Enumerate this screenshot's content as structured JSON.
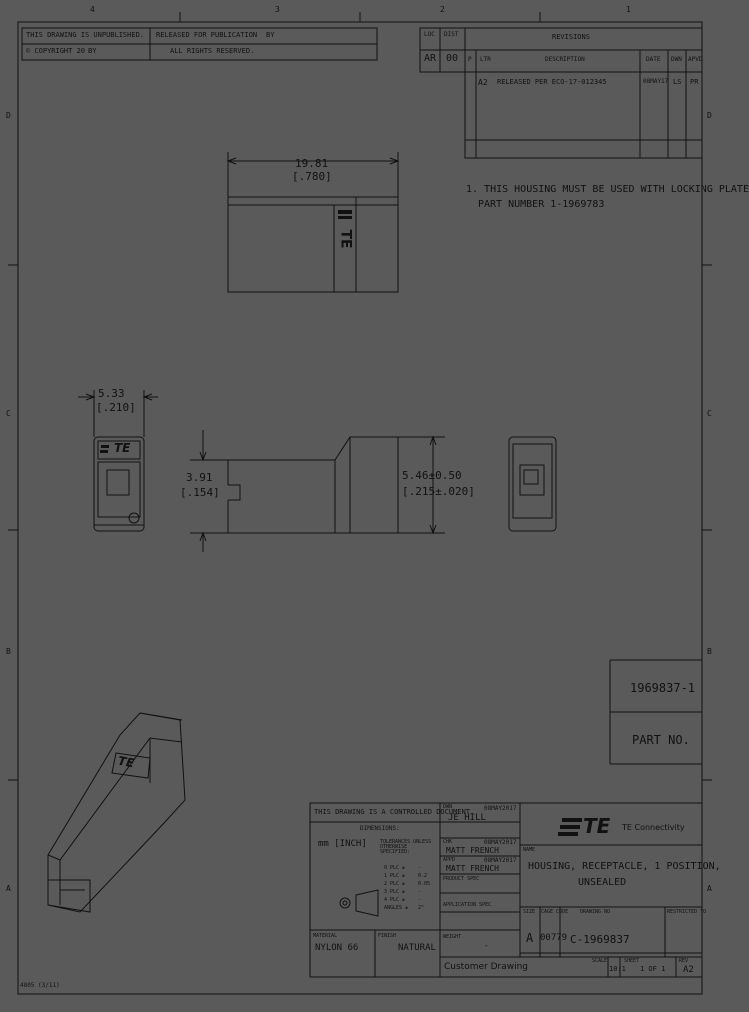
{
  "border_zones": {
    "top": [
      "4",
      "3",
      "2",
      "1"
    ],
    "left": [
      "D",
      "C",
      "B",
      "A"
    ],
    "right": [
      "D",
      "C",
      "B",
      "A"
    ]
  },
  "header_left": {
    "row1_a": "THIS DRAWING IS UNPUBLISHED.",
    "row1_b": "RELEASED FOR PUBLICATION",
    "row1_c": "BY",
    "row2_a": "© COPYRIGHT 20",
    "row2_b": "BY",
    "row2_c": "ALL RIGHTS RESERVED."
  },
  "revisions": {
    "title": "REVISIONS",
    "loc_label": "LOC",
    "dist_label": "DIST",
    "loc_value": "AR",
    "dist_value": "00",
    "col_p": "P",
    "col_ltr": "LTR",
    "col_desc": "DESCRIPTION",
    "col_date": "DATE",
    "col_dwn": "DWN",
    "col_apvd": "APVD",
    "row1_ltr": "A2",
    "row1_desc": "RELEASED PER ECO-17-012345",
    "row1_date": "08MAY17",
    "row1_dwn": "LS",
    "row1_apvd": "PR"
  },
  "dim_top": {
    "mm": "19.81",
    "in": "[.780]"
  },
  "note": {
    "line1": "1. THIS HOUSING MUST BE USED WITH LOCKING PLATE",
    "line2": "PART NUMBER 1-1969783"
  },
  "dim_side": {
    "mm": "5.33",
    "in": "[.210]"
  },
  "dim_mid": {
    "mm": "3.91",
    "in": "[.154]"
  },
  "dim_right": {
    "mm": "5.46±0.50",
    "in": "[.215±.020]"
  },
  "logo_text": "TE",
  "side_part_number": "1969837-1",
  "side_part_label": "PART NO.",
  "title_block": {
    "controlled": "THIS DRAWING IS A CONTROLLED DOCUMENT.",
    "dimensions": "DIMENSIONS:",
    "units": "mm [INCH]",
    "tolerances_title": "TOLERANCES UNLESS OTHERWISE SPECIFIED:",
    "tol_0": "0 PLC ±",
    "tol_1": "1 PLC ±",
    "tol_2": "2 PLC ±",
    "tol_3": "3 PLC ±",
    "tol_4": "4 PLC ±",
    "tol_angles": "ANGLES ±",
    "tol_v1": "-",
    "tol_v2": "0.2",
    "tol_v3": "0.05",
    "tol_v4": "-",
    "tol_v5": "-",
    "tol_v6": "2°",
    "material_label": "MATERIAL",
    "material_value": "NYLON 66",
    "finish_label": "FINISH",
    "finish_value": "NATURAL",
    "dwn_label": "DWN",
    "dwn_name": "JE HILL",
    "dwn_date": "08MAY2017",
    "chk_label": "CHK",
    "chk_name": "MATT FRENCH",
    "chk_date": "08MAY2017",
    "appd_label": "APPD",
    "appd_name": "MATT FRENCH",
    "appd_date": "08MAY2017",
    "product_spec_label": "PRODUCT SPEC",
    "application_spec_label": "APPLICATION SPEC",
    "weight_label": "WEIGHT",
    "weight_value": "-",
    "company": "TE Connectivity",
    "name_label": "NAME",
    "name_line1": "HOUSING, RECEPTACLE, 1 POSITION,",
    "name_line2": "UNSEALED",
    "size_label": "SIZE",
    "size_value": "A",
    "cage_label": "CAGE CODE",
    "cage_value": "00779",
    "dwg_label": "DRAWING NO",
    "dwg_value": "C-1969837",
    "rest_label": "RESTRICTED TO",
    "scale_label": "SCALE",
    "scale_value": "10:1",
    "sheet_label": "SHEET",
    "sheet_value": "1 OF 1",
    "rev_label": "REV",
    "rev_value": "A2",
    "customer_drawing": "Customer Drawing"
  },
  "form_number": "4805 (3/11)"
}
